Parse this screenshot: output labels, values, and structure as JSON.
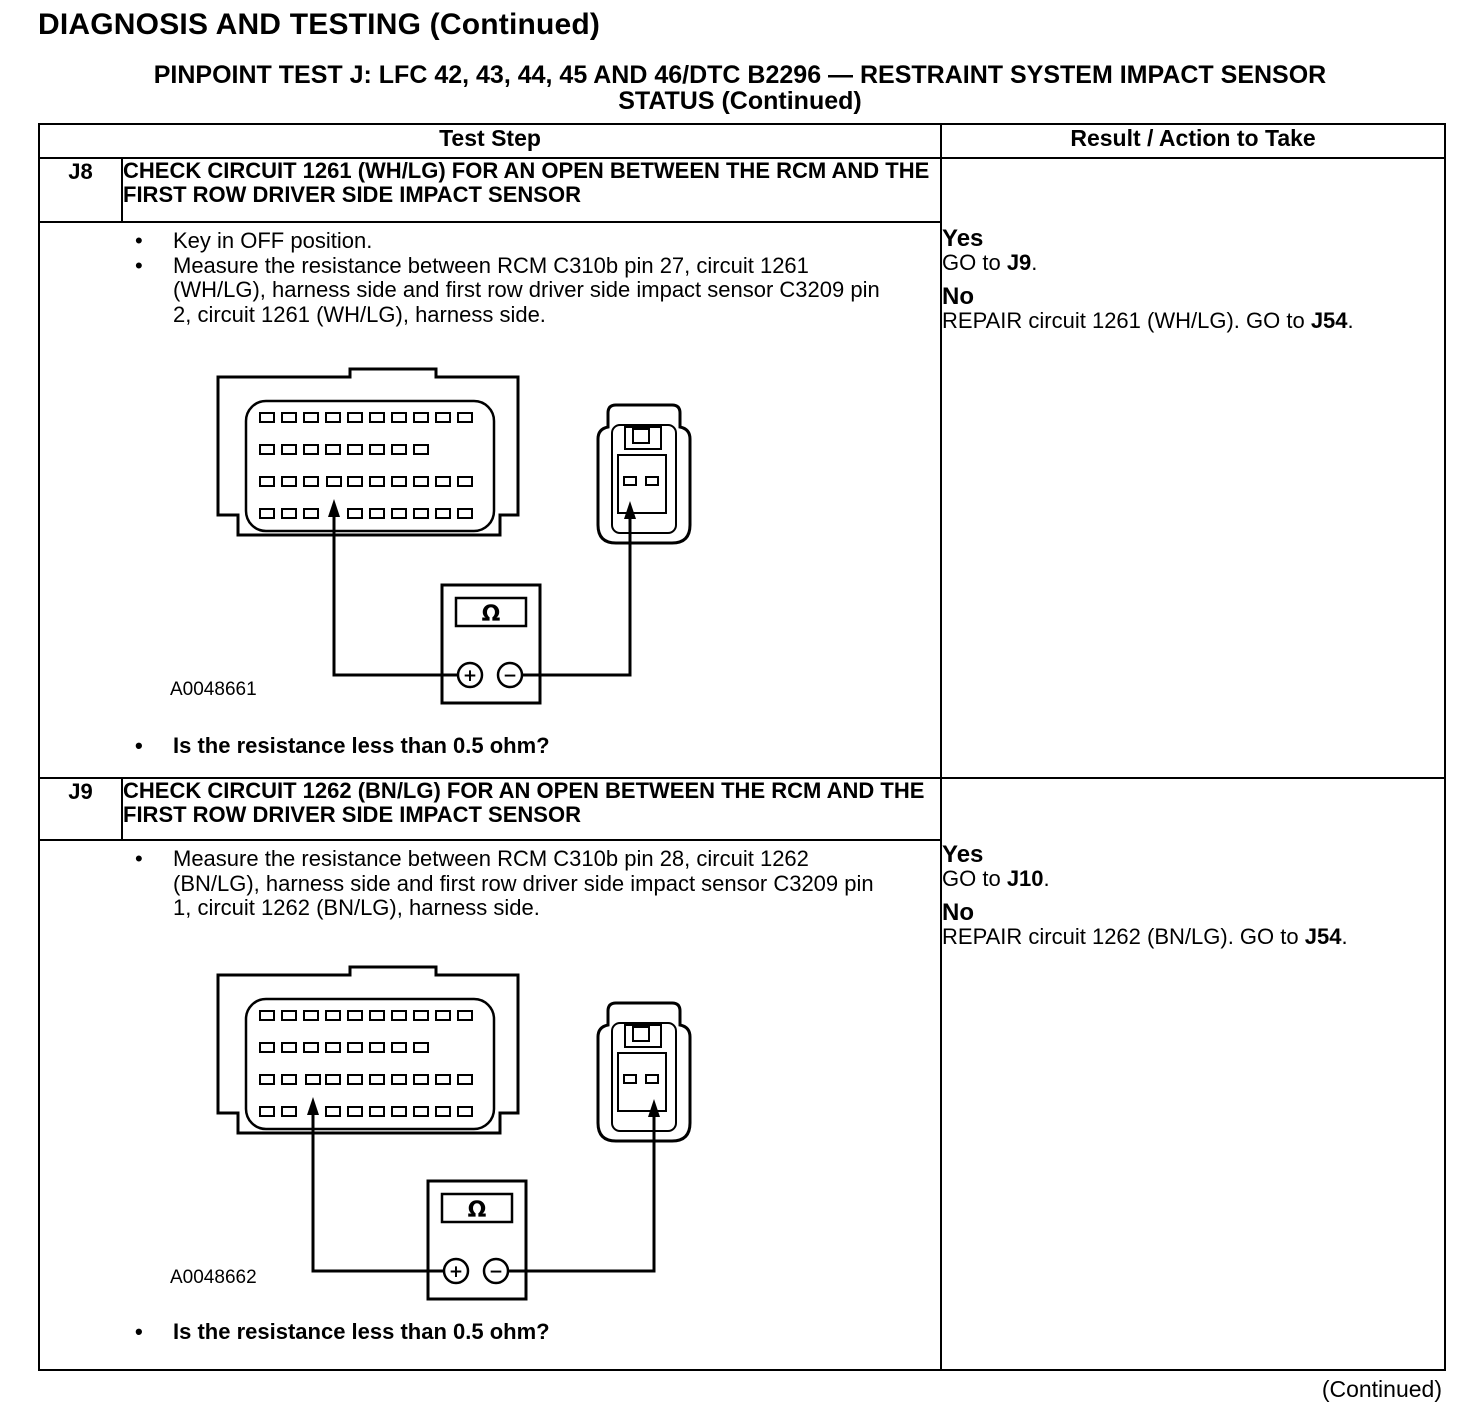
{
  "page_title": "DIAGNOSIS AND TESTING (Continued)",
  "test_title_line1": "PINPOINT TEST  J: LFC 42, 43, 44, 45 AND 46/DTC B2296 — RESTRAINT SYSTEM IMPACT SENSOR",
  "test_title_line2": "STATUS (Continued)",
  "headers": {
    "test_step": "Test Step",
    "result": "Result / Action to Take"
  },
  "steps": [
    {
      "id": "J8",
      "title": "CHECK CIRCUIT 1261 (WH/LG) FOR AN OPEN BETWEEN THE RCM AND THE FIRST ROW DRIVER SIDE IMPACT SENSOR",
      "bullets": [
        "Key in OFF position.",
        "Measure the resistance between RCM C310b pin 27, circuit 1261 (WH/LG), harness side and first row driver side impact sensor C3209 pin 2, circuit 1261 (WH/LG), harness side."
      ],
      "figure_id": "A0048661",
      "question": "Is the resistance less than 0.5 ohm?",
      "yes_label": "Yes",
      "yes_action_prefix": "GO to ",
      "yes_action_target": "J9",
      "yes_action_suffix": ".",
      "no_label": "No",
      "no_action_prefix": "REPAIR circuit 1261 (WH/LG). GO to ",
      "no_action_target": "J54",
      "no_action_suffix": "."
    },
    {
      "id": "J9",
      "title": "CHECK CIRCUIT 1262 (BN/LG) FOR AN OPEN BETWEEN THE RCM AND THE FIRST ROW DRIVER SIDE IMPACT SENSOR",
      "bullets": [
        "Measure the resistance between RCM C310b pin 28, circuit 1262 (BN/LG), harness side and first row driver side impact sensor C3209 pin 1, circuit 1262 (BN/LG), harness side."
      ],
      "figure_id": "A0048662",
      "question": "Is the resistance less than 0.5 ohm?",
      "yes_label": "Yes",
      "yes_action_prefix": "GO to ",
      "yes_action_target": "J10",
      "yes_action_suffix": ".",
      "no_label": "No",
      "no_action_prefix": "REPAIR circuit 1262 (BN/LG). GO to ",
      "no_action_target": "J54",
      "no_action_suffix": "."
    }
  ],
  "meter_symbol": "Ω",
  "meter_plus": "+",
  "meter_minus": "−",
  "bullet_glyph": "•",
  "continued": "(Continued)"
}
